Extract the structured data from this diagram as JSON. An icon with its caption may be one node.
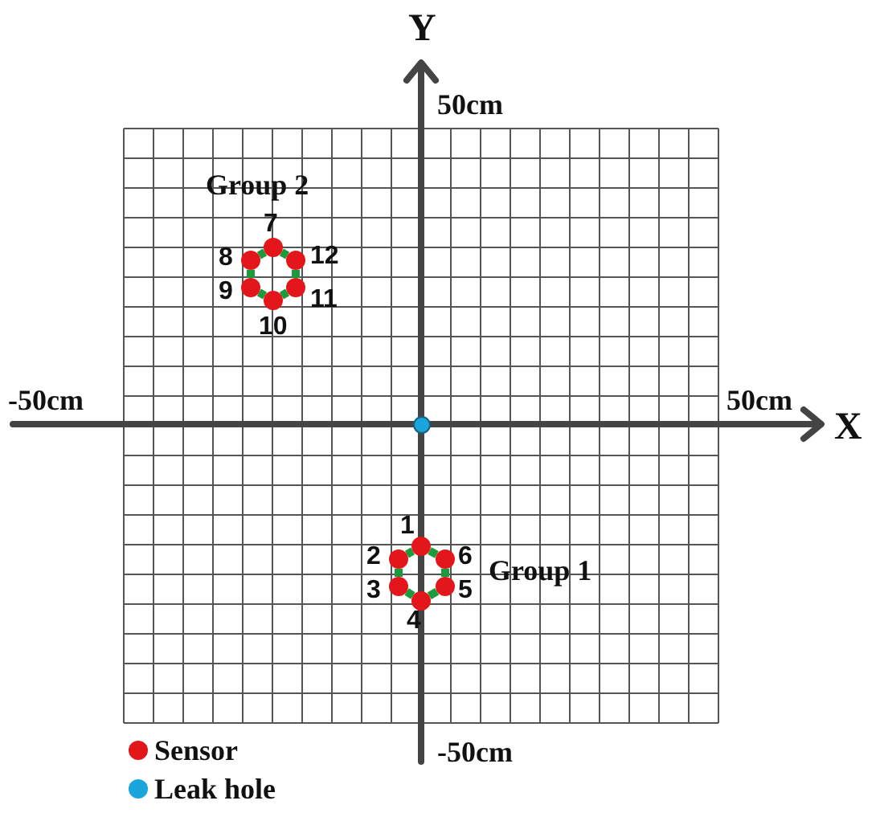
{
  "diagram": {
    "nodes": [
      {
        "text": [],
        "shape": "circle",
        "beside": [
          "7"
        ]
      },
      {
        "text": [],
        "shape": "circle",
        "beside": [
          "8"
        ]
      },
      {
        "text": [],
        "shape": "circle",
        "beside": [
          "9"
        ]
      },
      {
        "text": [],
        "shape": "circle",
        "beside": [
          "10"
        ]
      },
      {
        "text": [],
        "shape": "circle",
        "beside": [
          "11"
        ]
      },
      {
        "text": [],
        "shape": "circle",
        "beside": [
          "12"
        ]
      },
      {
        "text": [],
        "shape": "circle"
      },
      {
        "text": [],
        "shape": "circle",
        "beside": [
          "1"
        ]
      },
      {
        "text": [],
        "shape": "circle",
        "beside": [
          "2"
        ]
      },
      {
        "text": [],
        "shape": "circle",
        "beside": [
          "3"
        ]
      },
      {
        "text": [],
        "shape": "circle",
        "beside": [
          "4"
        ]
      },
      {
        "text": [],
        "shape": "circle",
        "beside": [
          "5"
        ]
      },
      {
        "text": [],
        "shape": "circle",
        "beside": [
          "6"
        ]
      }
    ],
    "edges": [
      {
        "from": 0,
        "to": 1,
        "arrow": "none"
      },
      {
        "from": 1,
        "to": 2,
        "arrow": "none"
      },
      {
        "from": 2,
        "to": 3,
        "arrow": "none"
      },
      {
        "from": 3,
        "to": 4,
        "arrow": "none"
      },
      {
        "from": 4,
        "to": 5,
        "arrow": "none"
      },
      {
        "from": 5,
        "to": 0,
        "arrow": "none"
      },
      {
        "from": 7,
        "to": 8,
        "arrow": "none"
      },
      {
        "from": 8,
        "to": 9,
        "arrow": "none"
      },
      {
        "from": 9,
        "to": 10,
        "arrow": "none"
      },
      {
        "from": 10,
        "to": 11,
        "arrow": "none"
      },
      {
        "from": 11,
        "to": 12,
        "arrow": "none"
      },
      {
        "from": 12,
        "to": 7,
        "arrow": "none"
      }
    ],
    "labels": [
      "Y",
      "50cm",
      "Group 2",
      "-50cm",
      "50cm",
      "X",
      "Group 1",
      "-50cm"
    ],
    "legend": [
      {
        "text": "Sensor",
        "color": "#e3161b"
      },
      {
        "text": "Leak hole",
        "color": "#1aa6dd"
      }
    ]
  }
}
